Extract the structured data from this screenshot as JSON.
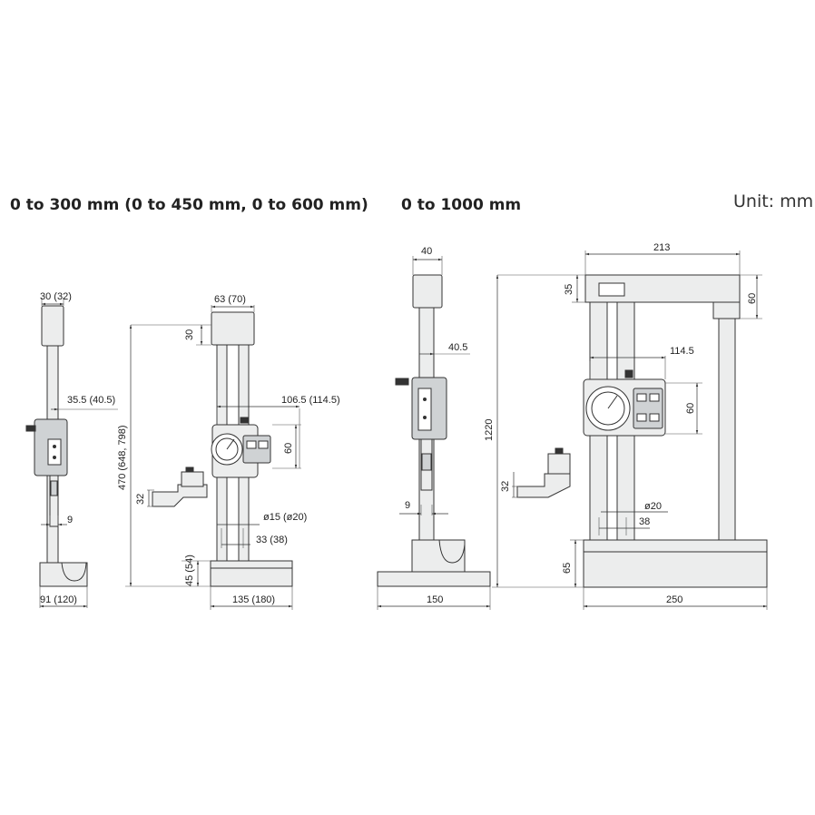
{
  "titles": {
    "left": "0 to 300 mm (0 to 450 mm, 0 to 600 mm)",
    "right": "0 to 1000 mm",
    "unit": "Unit: mm"
  },
  "dims_300": {
    "side_top_width": "30 (32)",
    "side_offset": "35.5 (40.5)",
    "side_scriber": "9",
    "side_base_width": "91 (120)",
    "front_top_width": "63 (70)",
    "front_top_height": "30",
    "front_total_height": "470 (648, 798)",
    "front_reach": "106.5 (114.5)",
    "front_dial_height": "60",
    "front_scriber_height": "32",
    "front_column_dia": "ø15 (ø20)",
    "front_column_pitch": "33 (38)",
    "front_base_height": "45 (54)",
    "front_base_width": "135 (180)"
  },
  "dims_1000": {
    "side_top_width": "40",
    "side_offset": "40.5",
    "side_scriber": "9",
    "side_base_width": "150",
    "front_top_width": "213",
    "front_top_height": "35",
    "front_beam_height": "60",
    "front_total_height": "1220",
    "front_reach": "114.5",
    "front_dial_height": "60",
    "front_scriber_height": "32",
    "front_column_dia": "ø20",
    "front_column_pitch": "38",
    "front_base_height": "65",
    "front_base_width": "250"
  }
}
